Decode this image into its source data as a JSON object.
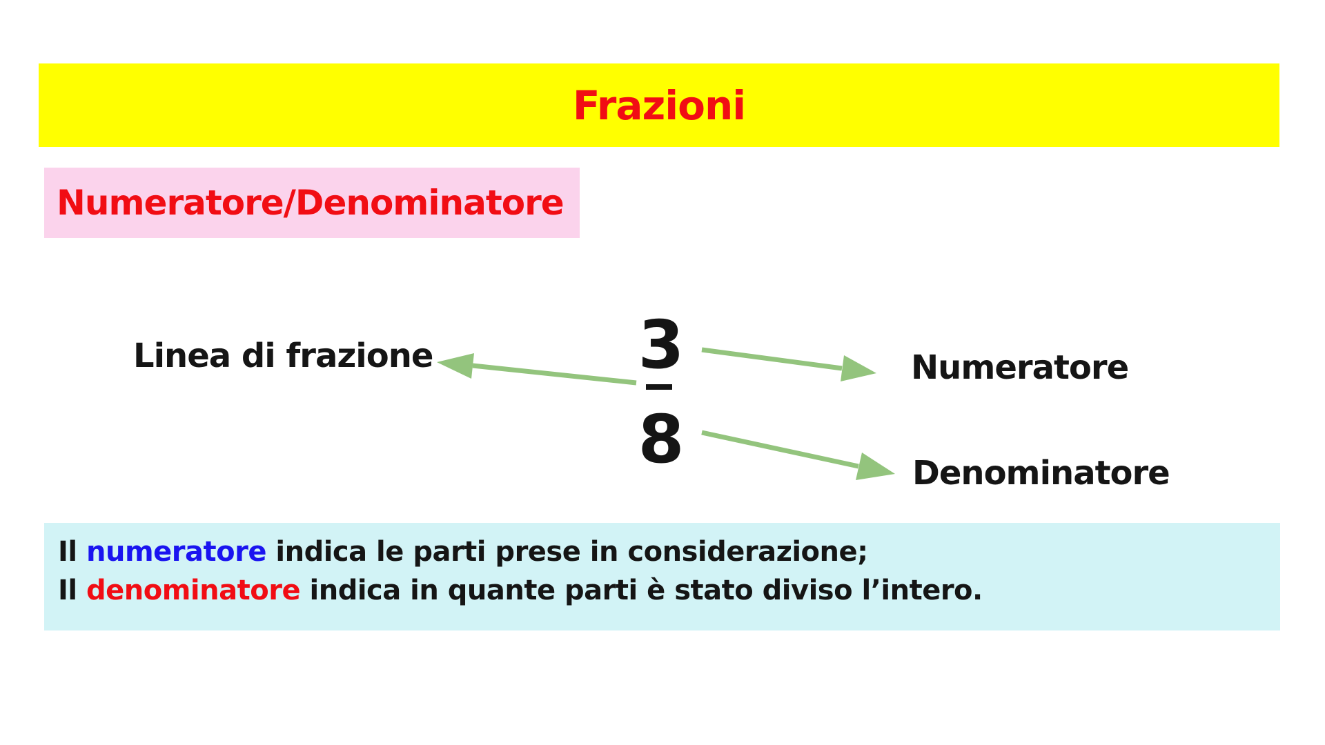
{
  "slide": {
    "background_color": "#ffffff"
  },
  "title_banner": {
    "label": "Frazioni",
    "background_color": "#ffff00",
    "text_color": "#f10d14"
  },
  "subtitle_box": {
    "label": "Numeratore/Denominatore",
    "background_color": "#fbd3ec",
    "text_color": "#f10d14"
  },
  "fraction": {
    "numerator": "3",
    "denominator": "8"
  },
  "labels": {
    "fraction_line": "Linea di frazione",
    "numerator": "Numeratore",
    "denominator": "Denominatore"
  },
  "arrows": {
    "color": "#93c47d",
    "items": [
      "fraction-line-arrow pointing left from fraction bar to 'Linea di frazione'",
      "numerator-arrow pointing right from numerator 3 to 'Numeratore'",
      "denominator-arrow pointing right-down from denominator 8 to 'Denominatore'"
    ]
  },
  "info_box": {
    "background_color": "#d2f3f6",
    "line1": {
      "prefix": "Il ",
      "keyword": "numeratore",
      "keyword_color": "#1a14f0",
      "rest": " indica le parti prese in considerazione;"
    },
    "line2": {
      "prefix": "Il ",
      "keyword": "denominatore",
      "keyword_color": "#f10d14",
      "rest": " indica in quante parti è stato diviso l’intero."
    }
  }
}
